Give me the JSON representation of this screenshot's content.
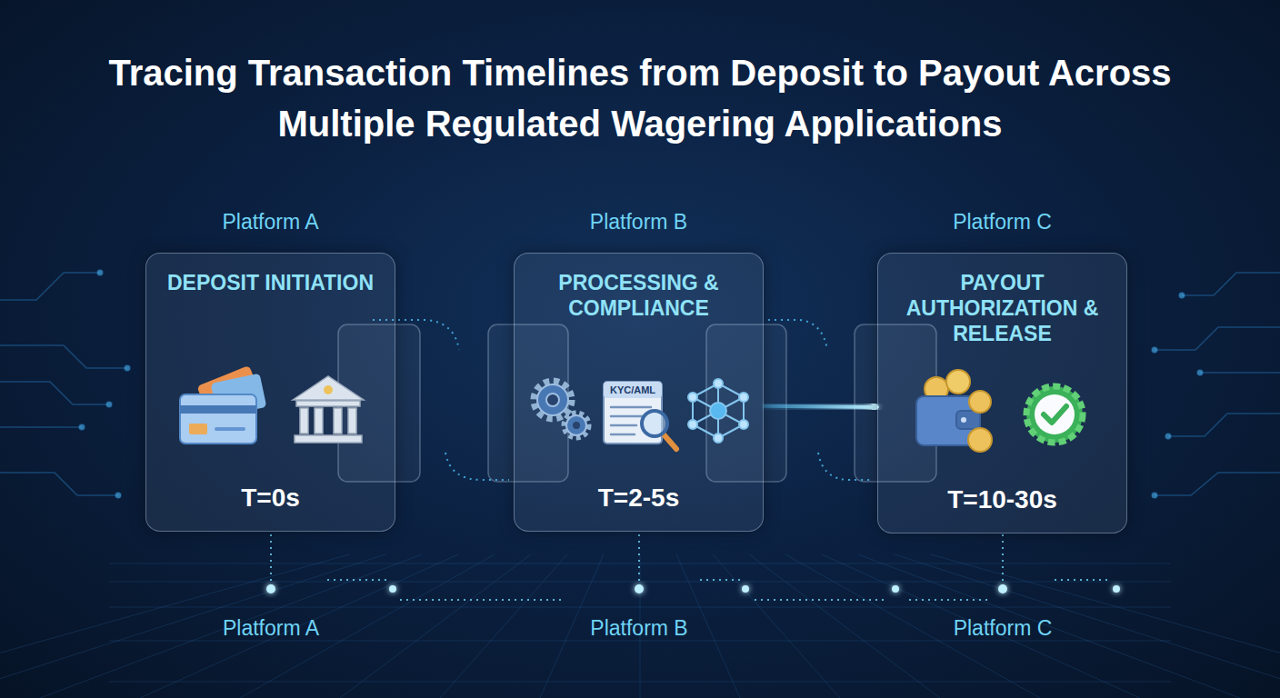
{
  "diagram": {
    "title": "Tracing Transaction Timelines from Deposit to Payout Across Multiple Regulated Wagering Applications",
    "nodes": [
      {
        "text": [
          "Platform A",
          "DEPOSIT INITIATION",
          "T=0s"
        ]
      },
      {
        "text": [
          "Platform B",
          "PROCESSING & COMPLIANCE",
          "T=2-5s"
        ]
      },
      {
        "text": [
          "Platform C",
          "PAYOUT AUTHORIZATION & RELEASE",
          "T=10-30s"
        ]
      }
    ],
    "edges": [
      {
        "from": 0,
        "to": 1,
        "arrow": "to"
      },
      {
        "from": 1,
        "to": 2,
        "arrow": "to"
      }
    ],
    "labels": [
      "KYC/AML",
      "Platform A",
      "Platform B",
      "Platform C"
    ]
  }
}
